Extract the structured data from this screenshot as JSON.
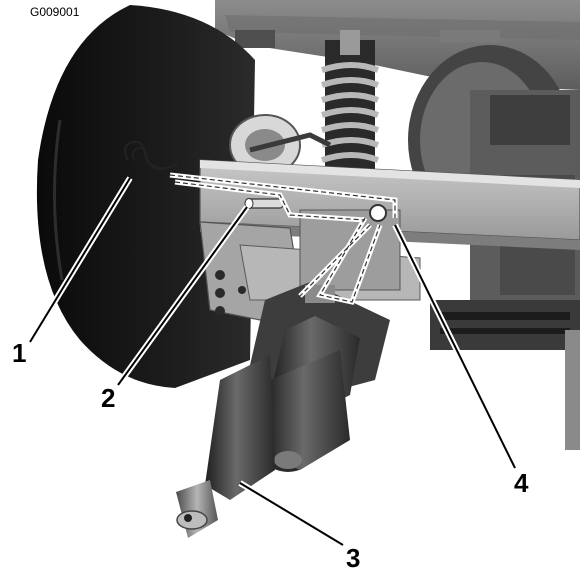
{
  "figure": {
    "id_label": "G009001"
  },
  "callouts": [
    {
      "number": "1"
    },
    {
      "number": "2"
    },
    {
      "number": "3"
    },
    {
      "number": "4"
    }
  ]
}
